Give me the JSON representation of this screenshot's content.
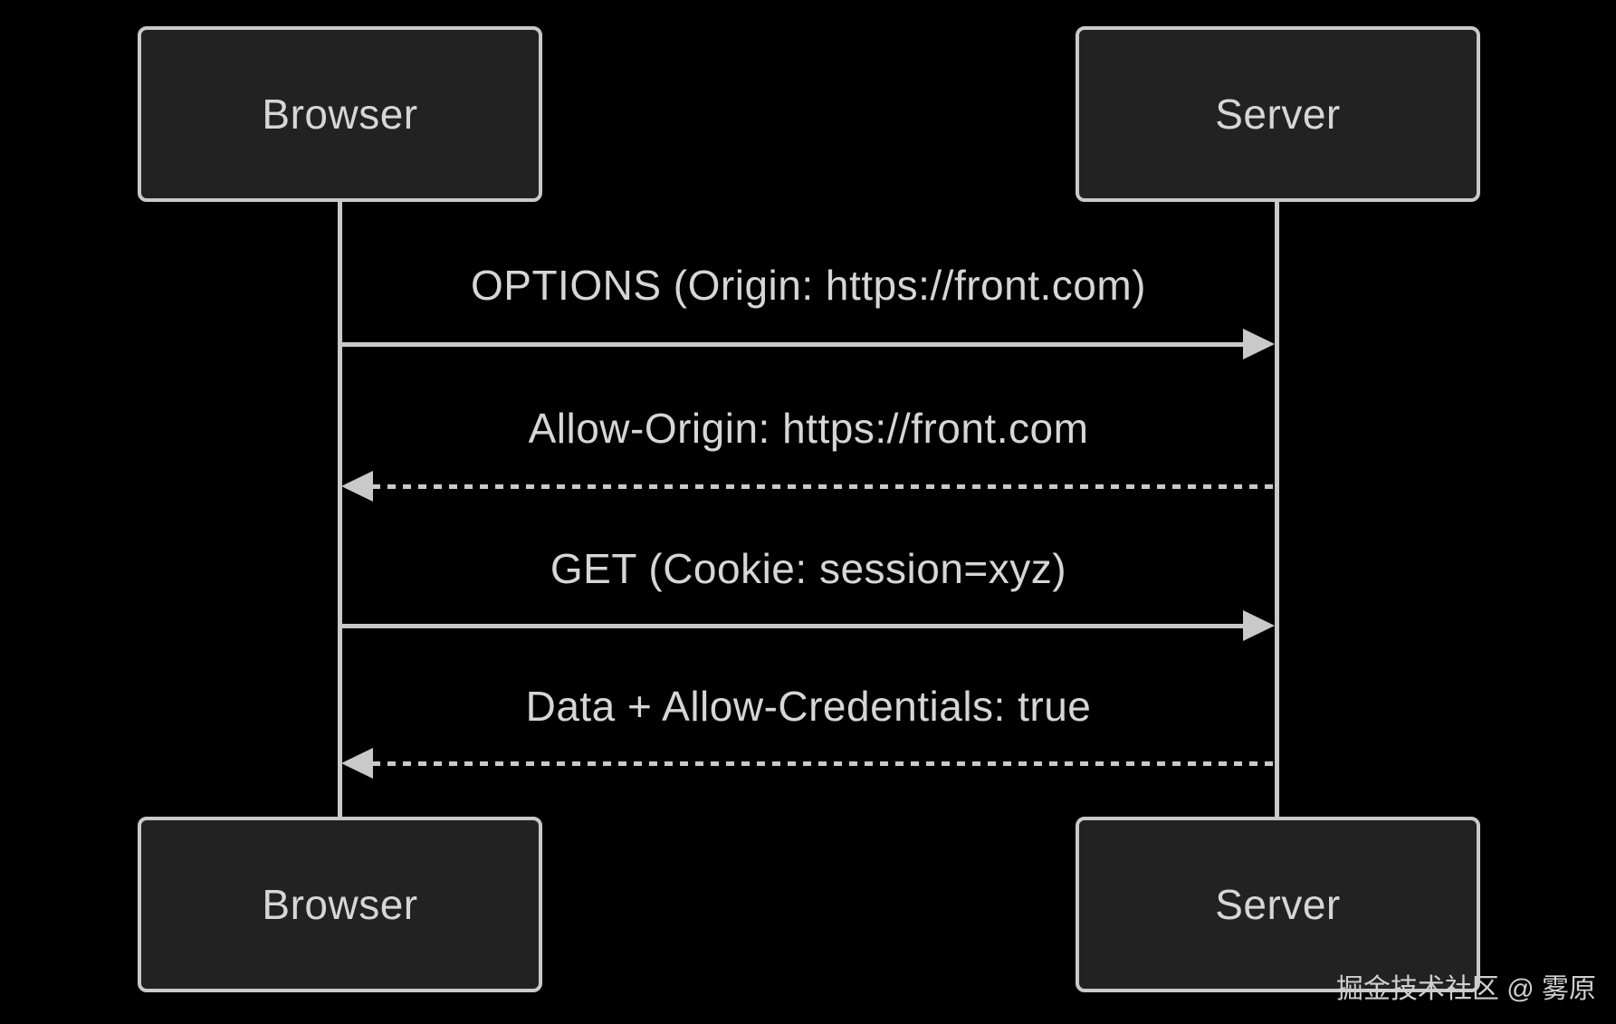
{
  "colors": {
    "background": "#000000",
    "box-fill": "#222222",
    "line": "#c9c9c9",
    "text": "#d6d6d6"
  },
  "actors": {
    "top_left": "Browser",
    "top_right": "Server",
    "bottom_left": "Browser",
    "bottom_right": "Server"
  },
  "messages": [
    {
      "label": "OPTIONS (Origin: https://front.com)",
      "direction": "right",
      "style": "solid"
    },
    {
      "label": "Allow-Origin: https://front.com",
      "direction": "left",
      "style": "dashed"
    },
    {
      "label": "GET (Cookie: session=xyz)",
      "direction": "right",
      "style": "solid"
    },
    {
      "label": "Data + Allow-Credentials: true",
      "direction": "left",
      "style": "dashed"
    }
  ],
  "watermark": {
    "text": "掘金技术社区 @ 雾原"
  }
}
